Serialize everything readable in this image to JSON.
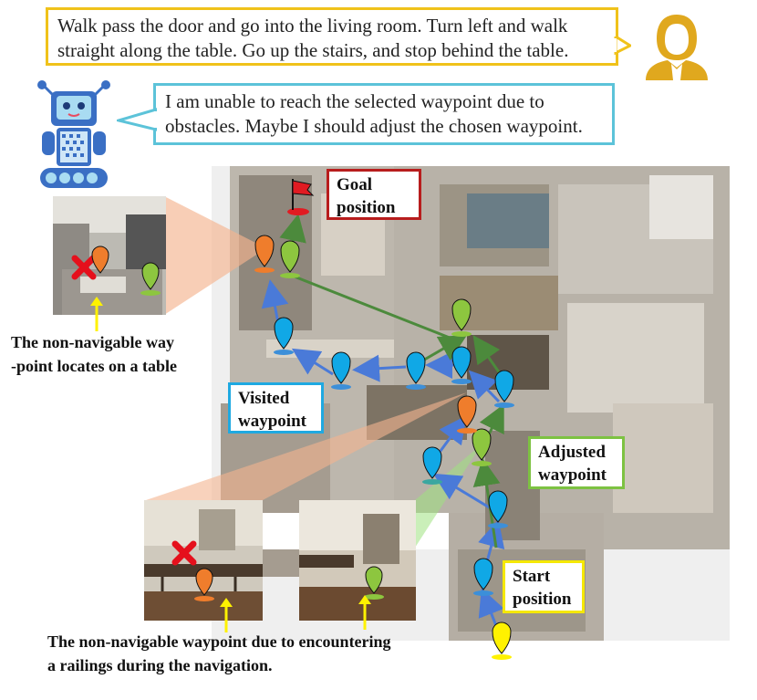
{
  "instruction": {
    "line1": "Walk pass the door and go into the living room. Turn left and walk",
    "line2": "straight along the table. Go up the stairs, and stop behind the table."
  },
  "robot_message": {
    "line1": "I am unable to reach the selected waypoint due to",
    "line2": "obstacles. Maybe I should adjust the chosen waypoint."
  },
  "labels": {
    "goal": [
      "Goal",
      "position"
    ],
    "visited": [
      "Visited",
      "waypoint"
    ],
    "adjusted": [
      "Adjusted",
      "waypoint"
    ],
    "start": [
      "Start",
      "position"
    ]
  },
  "captions": {
    "table": [
      "The non-navigable way",
      "-point locates on a table"
    ],
    "railings": [
      "The non-navigable waypoint due to encountering",
      "a railings during the navigation."
    ]
  },
  "colors": {
    "user_border": "#f0c21a",
    "robot_border": "#5cc3d9",
    "goal_border": "#b81d1d",
    "visited_border": "#1fa9e1",
    "adjusted_border": "#7dc242",
    "start_border": "#f5e800",
    "blue_path": "#4a7ad8",
    "green_path": "#4c8a3c",
    "pin_blue": "#10a8e6",
    "pin_green": "#8dc63f",
    "pin_orange": "#ef7d2c",
    "pin_yellow": "#fff200",
    "flag_red": "#e11b22"
  }
}
